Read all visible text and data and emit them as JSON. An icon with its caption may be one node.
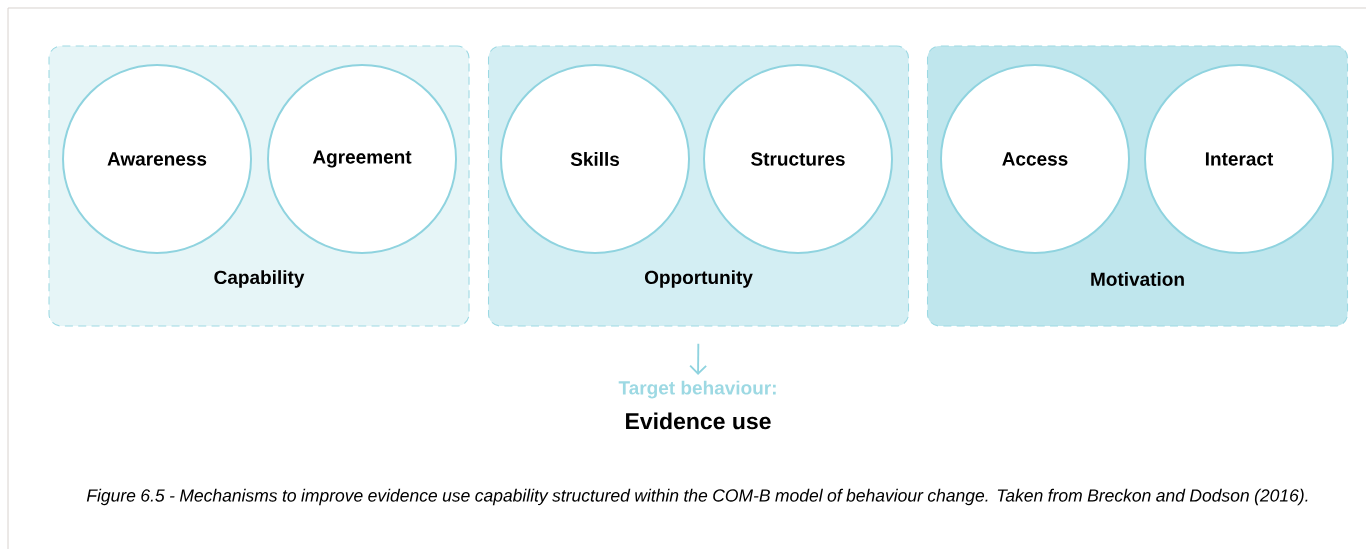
{
  "diagram": {
    "caption": "Figure 6.5 - Mechanisms to improve evidence use capability structured within the COM-B model of behaviour change. Taken from Breckon and Dodson (2016).",
    "nodes": [
      {
        "text": [
          "Capability"
        ]
      },
      {
        "text": [
          "Awareness"
        ],
        "in": 0
      },
      {
        "text": [
          "Agreement"
        ],
        "in": 0
      },
      {
        "text": [
          "Opportunity"
        ]
      },
      {
        "text": [
          "Skills"
        ],
        "in": 3
      },
      {
        "text": [
          "Structures"
        ],
        "in": 3
      },
      {
        "text": [
          "Motivation"
        ]
      },
      {
        "text": [
          "Access"
        ],
        "in": 6
      },
      {
        "text": [
          "Interact"
        ],
        "in": 6
      },
      {
        "text": [
          "Target behaviour:",
          "Evidence use"
        ]
      }
    ],
    "edges": [
      {
        "from": 3,
        "to": 9,
        "arrow": "to"
      }
    ]
  }
}
